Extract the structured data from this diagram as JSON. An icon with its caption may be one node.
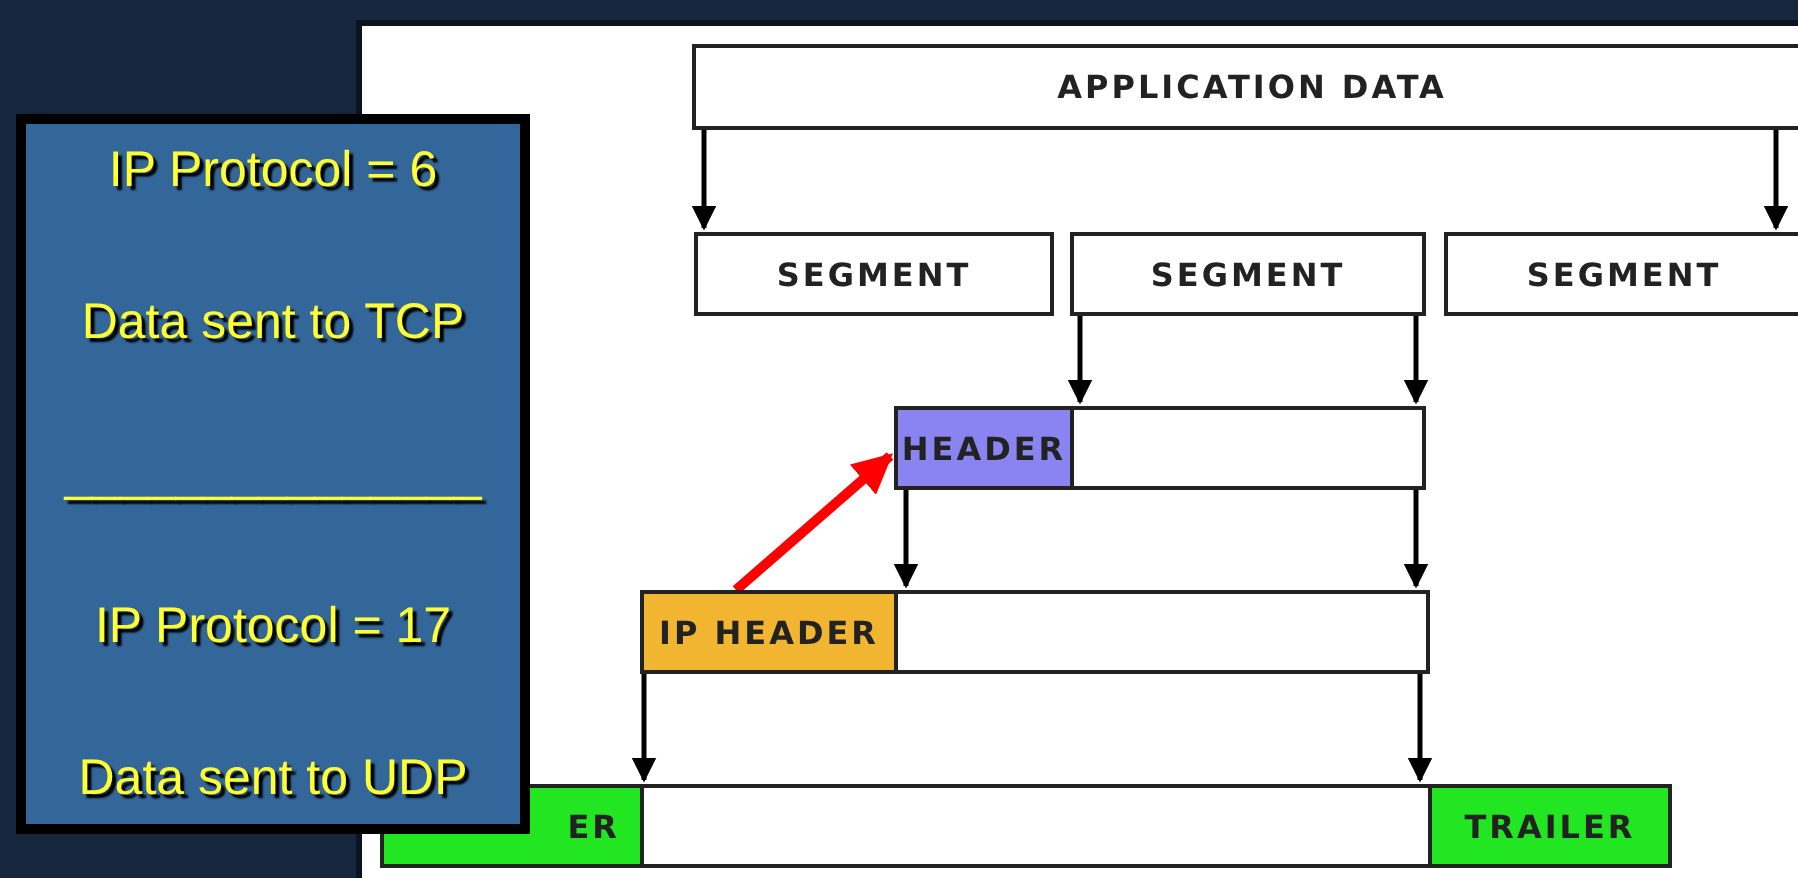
{
  "diagram": {
    "nodes": [
      {
        "text": [
          "IP Protocol = 6",
          "Data sent to TCP",
          "_______________",
          "IP Protocol = 17",
          "Data sent to UDP"
        ]
      },
      {
        "text": [
          "APPLICATION DATA"
        ]
      },
      {
        "text": [
          "SEGMENT"
        ]
      },
      {
        "text": [
          "SEGMENT"
        ]
      },
      {
        "text": [
          "SEGMENT"
        ]
      },
      {
        "text": [
          "HEADER"
        ]
      },
      {
        "text": [],
        "shape": "box"
      },
      {
        "text": [
          "IP HEADER"
        ]
      },
      {
        "text": [],
        "shape": "box"
      },
      {
        "text": [
          "ER"
        ]
      },
      {
        "text": [],
        "shape": "box"
      },
      {
        "text": [
          "TRAILER"
        ]
      }
    ],
    "edges": [
      {
        "from": 1,
        "to": 2,
        "arrow": "to"
      },
      {
        "from": 1,
        "to": 4,
        "arrow": "to"
      },
      {
        "from": 3,
        "to": 6,
        "arrow": "to"
      },
      {
        "from": 3,
        "to": 6,
        "arrow": "to"
      },
      {
        "from": 5,
        "to": 8,
        "arrow": "to"
      },
      {
        "from": 6,
        "to": 8,
        "arrow": "to"
      },
      {
        "from": 7,
        "to": 10,
        "arrow": "to"
      },
      {
        "from": 8,
        "to": 10,
        "arrow": "to"
      },
      {
        "from": 7,
        "to": 5,
        "arrow": "to",
        "style": "thick",
        "color": "#ff0000"
      }
    ]
  }
}
